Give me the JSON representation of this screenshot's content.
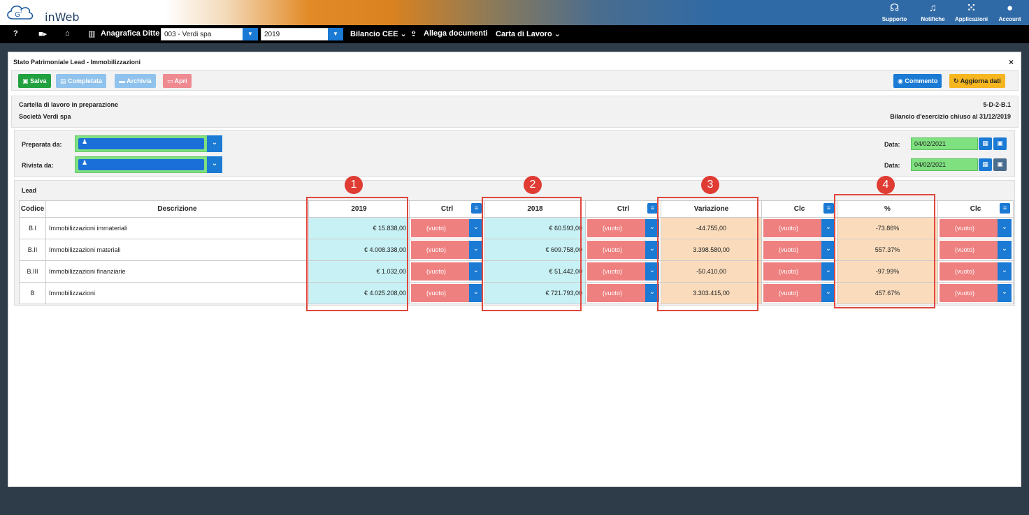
{
  "app": {
    "logo_text": "inWeb"
  },
  "top_icons": [
    {
      "label": "Supporto",
      "icon": "headset-icon"
    },
    {
      "label": "Notifiche",
      "icon": "bell-icon"
    },
    {
      "label": "Applicazioni",
      "icon": "grid-icon"
    },
    {
      "label": "Account",
      "icon": "user-circle-icon"
    }
  ],
  "nav": {
    "help": "?",
    "anagrafica": "Anagrafica Ditte",
    "company_value": "003 - Verdi spa",
    "year_value": "2019",
    "bilancio": "Bilancio CEE",
    "allega": "Allega documenti",
    "carta": "Carta di Lavoro"
  },
  "panel": {
    "title": "Stato Patrimoniale Lead - Immobilizzazioni",
    "close": "×"
  },
  "toolbar": {
    "salva": "Salva",
    "completata": "Completata",
    "archivia": "Archivia",
    "apri": "Apri",
    "commento": "Commento",
    "aggiorna": "Aggiorna dati"
  },
  "info": {
    "status": "Cartella di lavoro in preparazione",
    "company": "Società Verdi spa",
    "code": "5-D-2-B.1",
    "bilancio": "Bilancio d'esercizio chiuso al 31/12/2019"
  },
  "prep": {
    "preparata_label": "Preparata da:",
    "rivista_label": "Rivista da:",
    "data_label": "Data:",
    "date1": "04/02/2021",
    "date2": "04/02/2021"
  },
  "lead": {
    "title": "Lead",
    "headers": [
      "Codice",
      "Descrizione",
      "2019",
      "Ctrl",
      "2018",
      "Ctrl",
      "Variazione",
      "Clc",
      "%",
      "Clc"
    ],
    "dropdown_value": "(vuoto)",
    "rows": [
      {
        "code": "B.I",
        "desc": "Immobilizzazioni immateriali",
        "v2019": "€ 15.838,00",
        "v2018": "€ 60.593,00",
        "var": "-44.755,00",
        "pct": "-73.86%"
      },
      {
        "code": "B.II",
        "desc": "Immobilizzazioni materiali",
        "v2019": "€ 4.008.338,00",
        "v2018": "€ 609.758,00",
        "var": "3.398.580,00",
        "pct": "557.37%"
      },
      {
        "code": "B.III",
        "desc": "Immobilizzazioni finanziarie",
        "v2019": "€ 1.032,00",
        "v2018": "€ 51.442,00",
        "var": "-50.410,00",
        "pct": "-97.99%"
      },
      {
        "code": "B",
        "desc": "Immobilizzazioni",
        "v2019": "€ 4.025.208,00",
        "v2018": "€ 721.793,00",
        "var": "3.303.415,00",
        "pct": "457.67%"
      }
    ]
  },
  "annotations": [
    "1",
    "2",
    "3",
    "4"
  ],
  "colors": {
    "accent": "#1a7ad4",
    "highlight": "#e0463e",
    "cyan_cell": "#c8f1f5",
    "peach_cell": "#fadcbc",
    "dropdown": "#ef8080"
  }
}
